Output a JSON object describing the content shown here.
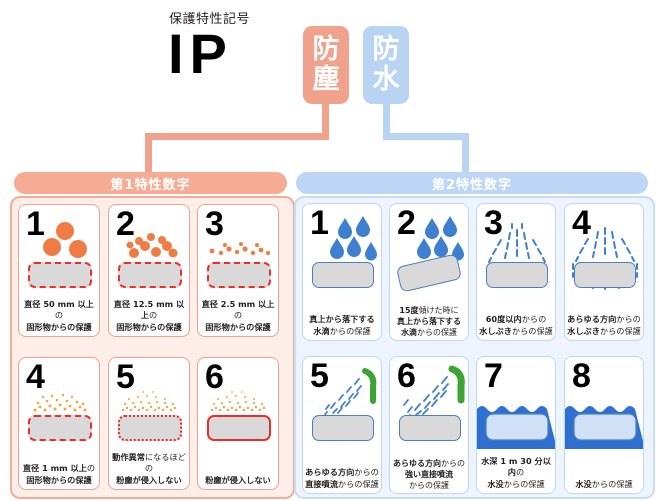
{
  "header": {
    "caption": "保護特性記号",
    "ip": "IP",
    "badge_dust": {
      "line1": "防",
      "line2": "塵",
      "color": "#f0a28c"
    },
    "badge_water": {
      "line1": "防",
      "line2": "水",
      "color": "#b9d3f2"
    }
  },
  "sections": {
    "dust": {
      "title": "第1特性数字",
      "color": "#f5ab94"
    },
    "water": {
      "title": "第2特性数字",
      "color": "#bed6f5"
    }
  },
  "dust_cards": [
    {
      "num": "1",
      "icon": "large-particles-icon",
      "lines": [
        {
          "b": "直径 50 mm 以上",
          "n": "の"
        },
        {
          "b": "固形物からの保護",
          "n": ""
        }
      ]
    },
    {
      "num": "2",
      "icon": "medium-particles-icon",
      "lines": [
        {
          "b": "直径 12.5 mm 以上",
          "n": "の"
        },
        {
          "b": "固形物からの保護",
          "n": ""
        }
      ]
    },
    {
      "num": "3",
      "icon": "small-particles-icon",
      "lines": [
        {
          "b": "直径 2.5 mm 以上",
          "n": "の"
        },
        {
          "b": "固形物からの保護",
          "n": ""
        }
      ]
    },
    {
      "num": "4",
      "icon": "fine-particles-icon",
      "lines": [
        {
          "b": "直径 1 mm 以上",
          "n": "の"
        },
        {
          "b": "固形物からの保護",
          "n": ""
        }
      ]
    },
    {
      "num": "5",
      "icon": "dust-cloud-icon",
      "lines": [
        {
          "b": "動作異常",
          "n": "になるほどの"
        },
        {
          "b": "粉塵が侵入しない",
          "n": ""
        }
      ]
    },
    {
      "num": "6",
      "icon": "dust-sealed-icon",
      "lines": [
        {
          "b": "粉塵が侵入しない",
          "n": ""
        }
      ]
    }
  ],
  "water_cards": [
    {
      "num": "1",
      "icon": "dripping-water-icon",
      "lines": [
        {
          "b": "真上から落下する",
          "n": ""
        },
        {
          "b": "水滴",
          "n": "からの保護"
        }
      ]
    },
    {
      "num": "2",
      "icon": "tilted-drip-icon",
      "lines": [
        {
          "b": "15度",
          "n": "傾けた時に"
        },
        {
          "b": "真上から落下する",
          "n": ""
        },
        {
          "b": "水滴",
          "n": "からの保護"
        }
      ]
    },
    {
      "num": "3",
      "icon": "spray-60deg-icon",
      "lines": [
        {
          "b": "60度以内",
          "n": "からの"
        },
        {
          "b": "水しぶき",
          "n": "からの保護"
        }
      ]
    },
    {
      "num": "4",
      "icon": "splash-all-directions-icon",
      "lines": [
        {
          "b": "あらゆる方向",
          "n": "からの"
        },
        {
          "b": "水しぶき",
          "n": "からの保護"
        }
      ]
    },
    {
      "num": "5",
      "icon": "water-jet-icon",
      "lines": [
        {
          "b": "あらゆる方向",
          "n": "からの"
        },
        {
          "b": "直接噴流",
          "n": "からの保護"
        }
      ]
    },
    {
      "num": "6",
      "icon": "powerful-water-jet-icon",
      "lines": [
        {
          "b": "あらゆる方向",
          "n": "からの"
        },
        {
          "b": "強い直接噴流",
          "n": ""
        },
        {
          "b": "",
          "n": "からの保護"
        }
      ]
    },
    {
      "num": "7",
      "icon": "immersion-1m-icon",
      "lines": [
        {
          "b": "水深 1 m 30 分以内",
          "n": "の"
        },
        {
          "b": "水没",
          "n": "からの保護"
        }
      ]
    },
    {
      "num": "8",
      "icon": "continuous-immersion-icon",
      "lines": [
        {
          "b": "水没",
          "n": "からの保護"
        }
      ]
    }
  ],
  "colors": {
    "dust_accent": "#f0a28c",
    "water_accent": "#b9d3f2",
    "device_red": "#ee2e24",
    "device_gray": "#d9d9d9",
    "droplet_blue": "#3f7fd0",
    "hose_green": "#3da335",
    "water_blue": "#2f6fd0"
  }
}
